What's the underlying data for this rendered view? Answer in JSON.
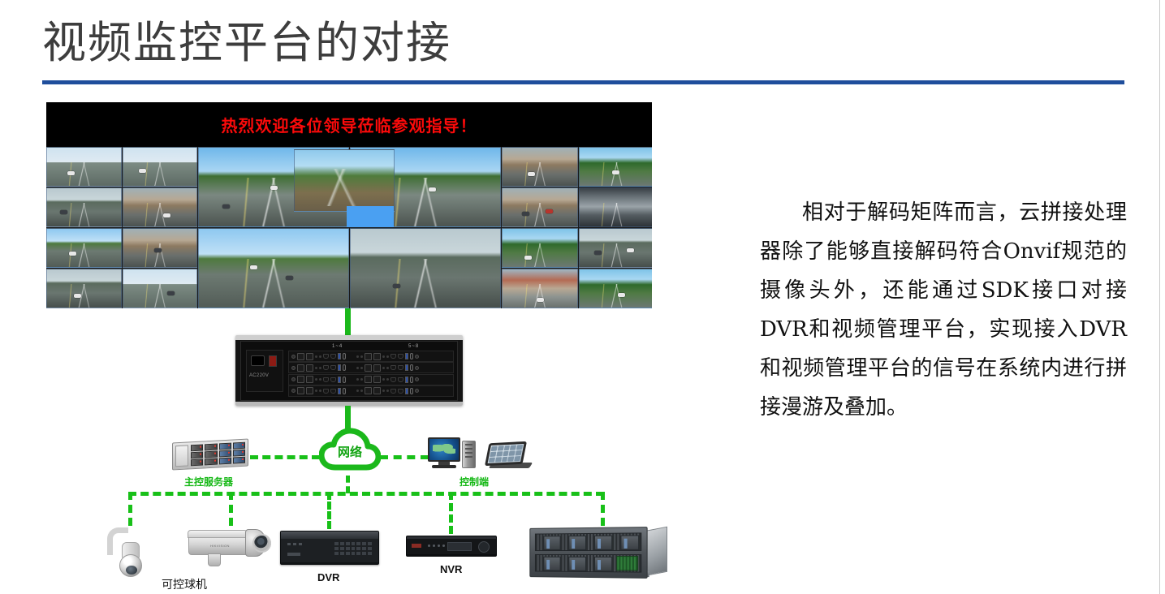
{
  "slide": {
    "title": "视频监控平台的对接",
    "rule_color": "#1F4E9C"
  },
  "body": {
    "paragraph": "相对于解码矩阵而言，云拼接处理器除了能够直接解码符合Onvif规范的摄像头外，还能通过SDK接口对接DVR和视频管理平台，实现接入DVR和视频管理平台的信号在系统内进行拼接漫游及叠加。"
  },
  "videowall": {
    "banner_text": "热烈欢迎各位领导莅临参观指导！",
    "banner_text_color": "#FB0A0A",
    "background_color": "#000000",
    "panel_count": 24,
    "scene_description": "高速公路监控画面拼接墙"
  },
  "processor": {
    "power_label": "AC220V",
    "group_left_label": "1~4",
    "group_right_label": "5~8",
    "card_rows": 4
  },
  "diagram": {
    "cloud_label": "网络",
    "cloud_color": "#1BB81B",
    "link_color": "#18C018",
    "nodes": [
      {
        "id": "server",
        "label": "主控服务器",
        "label_color": "#16B816"
      },
      {
        "id": "console",
        "label": "控制端",
        "label_color": "#16B816"
      },
      {
        "id": "ptz",
        "label": "可控球机",
        "label_color": "#111111"
      },
      {
        "id": "bullet",
        "label": "",
        "label_color": "#111111"
      },
      {
        "id": "dvr",
        "label": "DVR",
        "label_color": "#111111"
      },
      {
        "id": "nvr",
        "label": "NVR",
        "label_color": "#111111"
      },
      {
        "id": "rack",
        "label": "",
        "label_color": "#111111"
      }
    ]
  }
}
